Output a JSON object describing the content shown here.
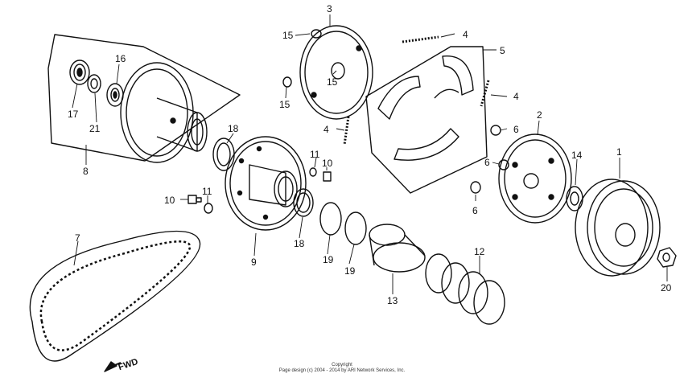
{
  "diagram": {
    "callouts": [
      {
        "id": "c1",
        "text": "1"
      },
      {
        "id": "c2",
        "text": "2"
      },
      {
        "id": "c3",
        "text": "3"
      },
      {
        "id": "c4a",
        "text": "4"
      },
      {
        "id": "c4b",
        "text": "4"
      },
      {
        "id": "c4c",
        "text": "4"
      },
      {
        "id": "c5",
        "text": "5"
      },
      {
        "id": "c6a",
        "text": "6"
      },
      {
        "id": "c6b",
        "text": "6"
      },
      {
        "id": "c6c",
        "text": "6"
      },
      {
        "id": "c7",
        "text": "7"
      },
      {
        "id": "c8",
        "text": "8"
      },
      {
        "id": "c9",
        "text": "9"
      },
      {
        "id": "c10a",
        "text": "10"
      },
      {
        "id": "c10b",
        "text": "10"
      },
      {
        "id": "c11a",
        "text": "11"
      },
      {
        "id": "c11b",
        "text": "11"
      },
      {
        "id": "c12",
        "text": "12"
      },
      {
        "id": "c13",
        "text": "13"
      },
      {
        "id": "c14",
        "text": "14"
      },
      {
        "id": "c15a",
        "text": "15"
      },
      {
        "id": "c15b",
        "text": "15"
      },
      {
        "id": "c15c",
        "text": "15"
      },
      {
        "id": "c16",
        "text": "16"
      },
      {
        "id": "c17",
        "text": "17"
      },
      {
        "id": "c18a",
        "text": "18"
      },
      {
        "id": "c18b",
        "text": "18"
      },
      {
        "id": "c19a",
        "text": "19"
      },
      {
        "id": "c19b",
        "text": "19"
      },
      {
        "id": "c20",
        "text": "20"
      },
      {
        "id": "c21",
        "text": "21"
      }
    ],
    "fwd_label": "FWD",
    "copyright_line1": "Copyright",
    "copyright_line2": "Page design (c) 2004 - 2014 by ARI Network Services, Inc."
  }
}
